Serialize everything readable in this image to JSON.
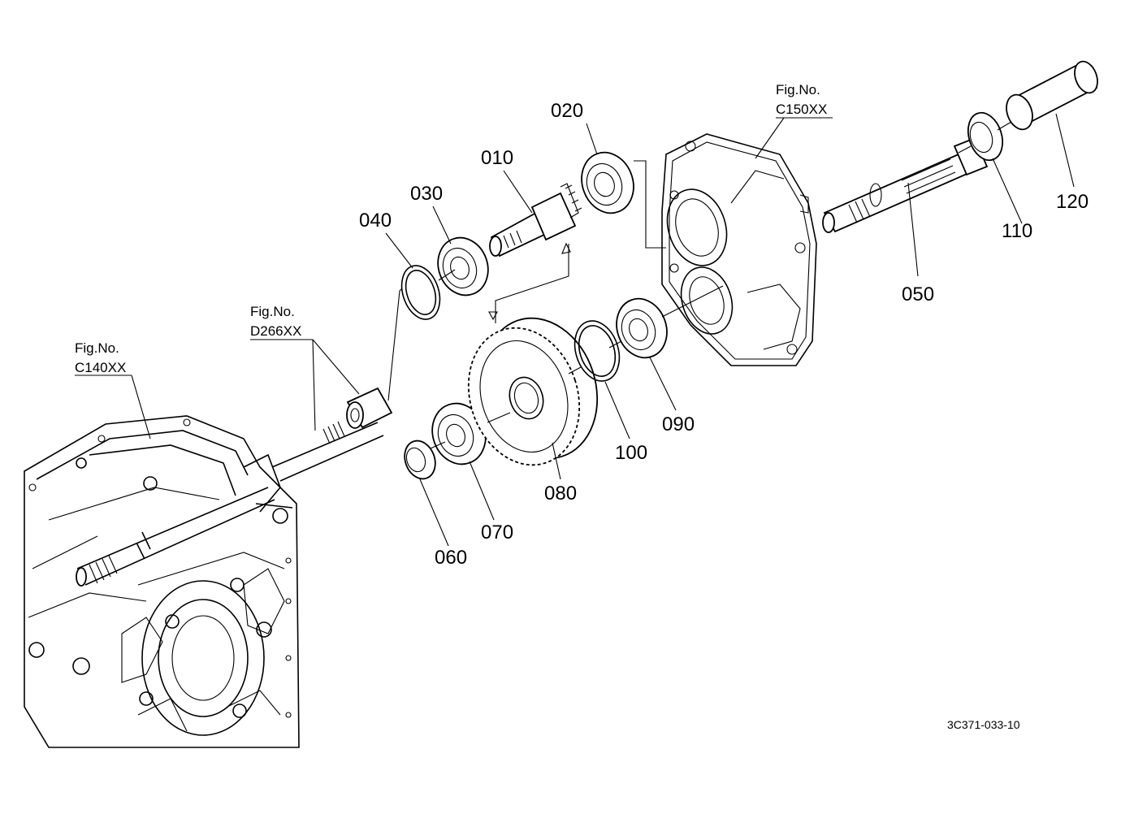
{
  "parts": [
    {
      "id": "p010",
      "label": "010"
    },
    {
      "id": "p020",
      "label": "020"
    },
    {
      "id": "p030",
      "label": "030"
    },
    {
      "id": "p040",
      "label": "040"
    },
    {
      "id": "p050",
      "label": "050"
    },
    {
      "id": "p060",
      "label": "060"
    },
    {
      "id": "p070",
      "label": "070"
    },
    {
      "id": "p080",
      "label": "080"
    },
    {
      "id": "p090",
      "label": "090"
    },
    {
      "id": "p100",
      "label": "100"
    },
    {
      "id": "p110",
      "label": "110"
    },
    {
      "id": "p120",
      "label": "120"
    }
  ],
  "figure_refs": [
    {
      "caption": "Fig.No.",
      "code": "C150XX"
    },
    {
      "caption": "Fig.No.",
      "code": "D266XX"
    },
    {
      "caption": "Fig.No.",
      "code": "C140XX"
    }
  ],
  "drawing_number": "3C371-033-10"
}
